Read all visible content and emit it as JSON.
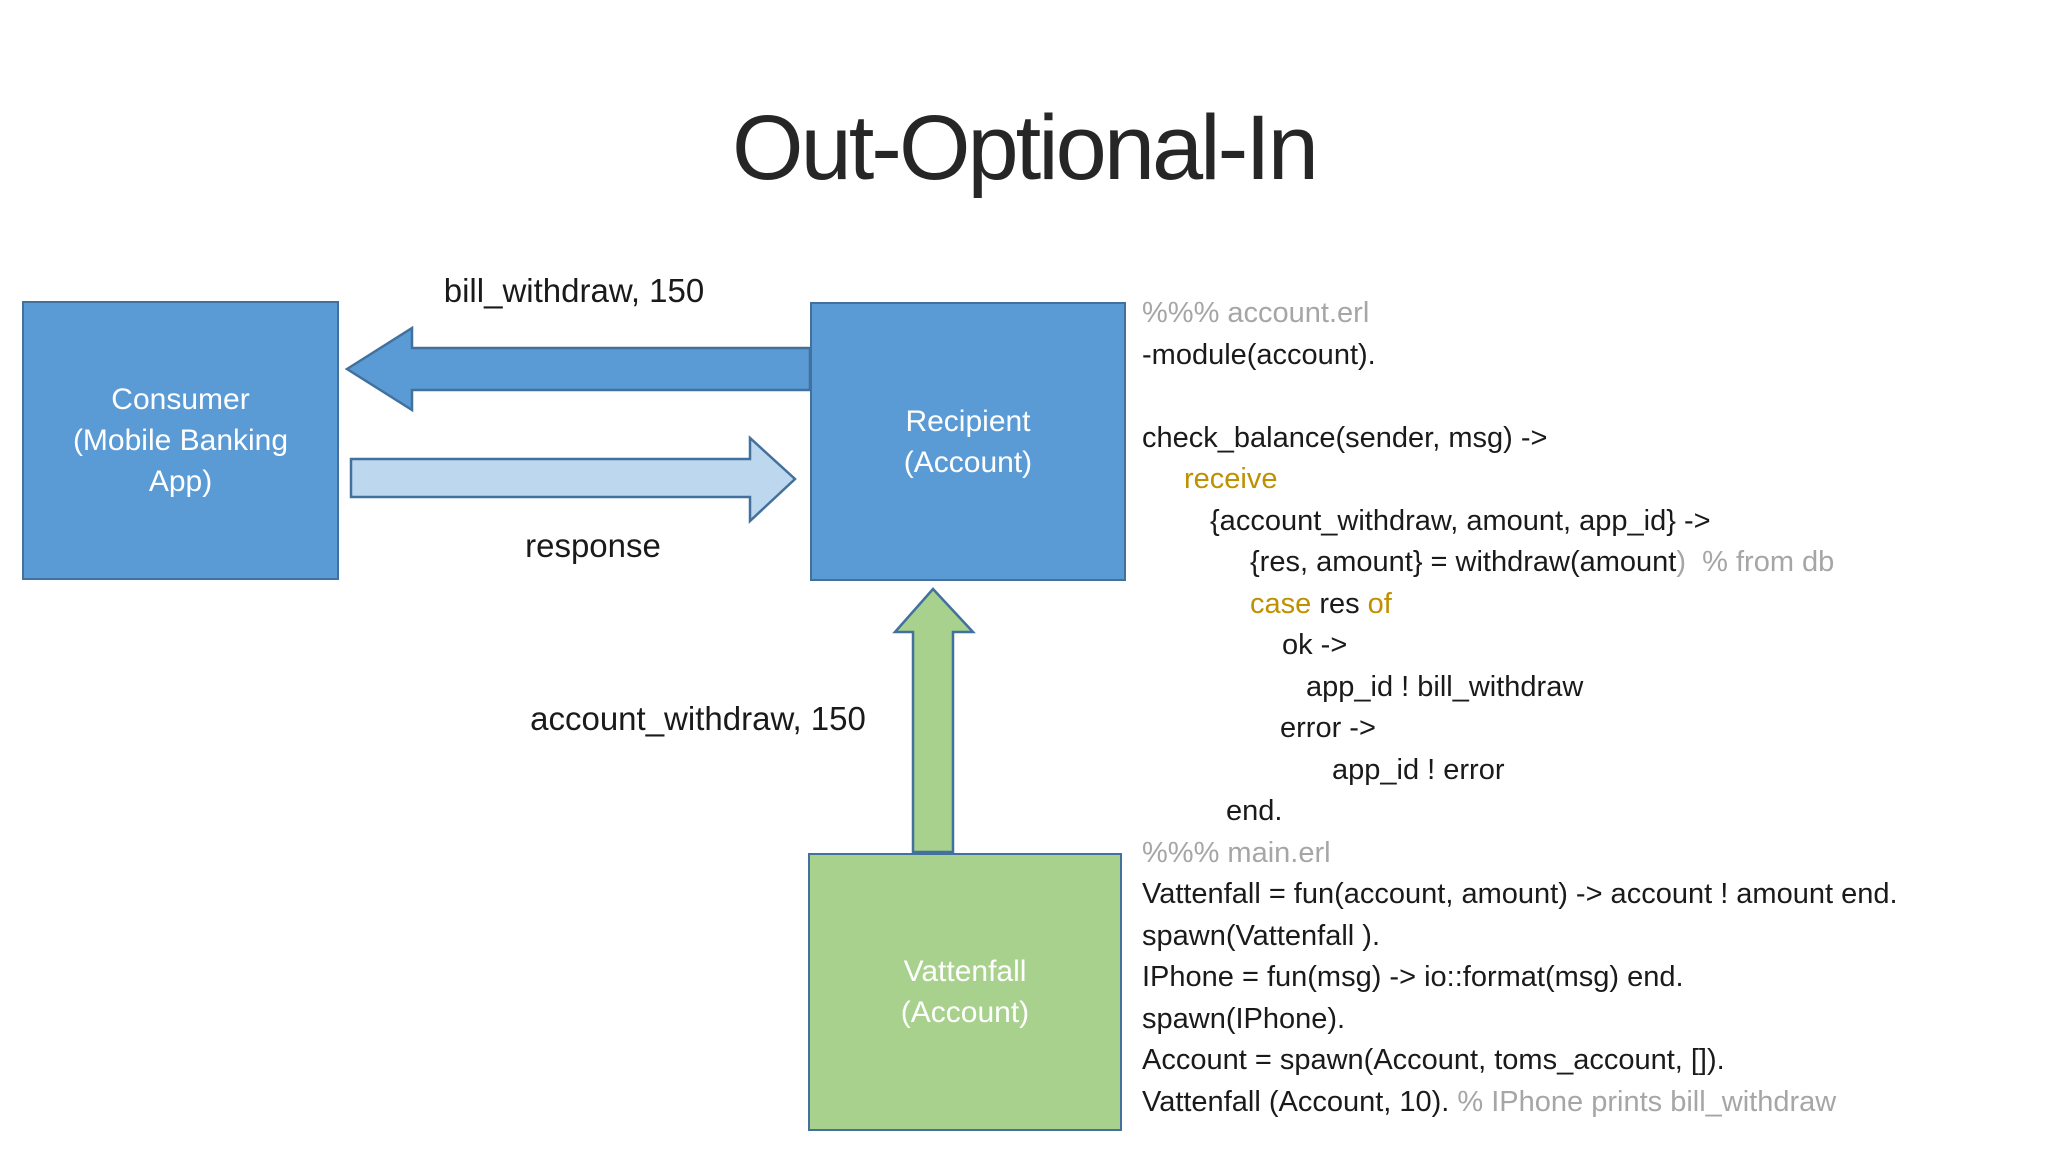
{
  "slide": {
    "title": "Out-Optional-In"
  },
  "colors": {
    "background": "#FFFFFF",
    "title_text": "#262626",
    "label_text": "#1A1A1A",
    "node_blue_fill": "#5B9BD5",
    "node_green_fill": "#A9D18E",
    "arrow_light_blue_fill": "#BDD7EE",
    "shape_border": "#41719C",
    "code_default": "#1A1A1A",
    "code_comment": "#A6A6A6",
    "code_keyword": "#BF9000"
  },
  "diagram": {
    "nodes": {
      "consumer": {
        "label": "Consumer\n(Mobile Banking\nApp)",
        "fill": "#5B9BD5",
        "border": "#41719C",
        "text_color": "#FFFFFF"
      },
      "recipient": {
        "label": "Recipient\n(Account)",
        "fill": "#5B9BD5",
        "border": "#41719C",
        "text_color": "#FFFFFF"
      },
      "vattenfall": {
        "label": "Vattenfall\n(Account)",
        "fill": "#A9D18E",
        "border": "#41719C",
        "text_color": "#FFFFFF"
      }
    },
    "arrows": {
      "bill_withdraw": {
        "label": "bill_withdraw, 150",
        "direction": "left",
        "from": "recipient",
        "to": "consumer",
        "fill": "#5B9BD5",
        "stroke": "#41719C"
      },
      "response": {
        "label": "response",
        "direction": "right",
        "from": "consumer",
        "to": "recipient",
        "fill": "#BDD7EE",
        "stroke": "#41719C"
      },
      "account_withdraw": {
        "label": "account_withdraw, 150",
        "direction": "up",
        "from": "vattenfall",
        "to": "recipient",
        "fill": "#A9D18E",
        "stroke": "#41719C"
      }
    }
  },
  "code": {
    "palette": {
      "default": "#1A1A1A",
      "comment": "#A6A6A6",
      "keyword": "#BF9000"
    },
    "lines": [
      {
        "indent": 0,
        "segments": [
          {
            "text": "%%% account.erl",
            "style": "comment"
          }
        ]
      },
      {
        "indent": 0,
        "segments": [
          {
            "text": "-module(account).",
            "style": "default"
          }
        ]
      },
      {
        "indent": 0,
        "segments": []
      },
      {
        "indent": 0,
        "segments": [
          {
            "text": "check_balance(sender, msg) ->",
            "style": "default"
          }
        ]
      },
      {
        "indent": 42,
        "segments": [
          {
            "text": "receive",
            "style": "keyword"
          }
        ]
      },
      {
        "indent": 68,
        "segments": [
          {
            "text": "{account_withdraw, amount, app_id} ->",
            "style": "default"
          }
        ]
      },
      {
        "indent": 108,
        "segments": [
          {
            "text": "{res, amount} = withdraw(amount",
            "style": "default"
          },
          {
            "text": ")  % from db",
            "style": "comment"
          }
        ]
      },
      {
        "indent": 108,
        "segments": [
          {
            "text": "case ",
            "style": "keyword"
          },
          {
            "text": "res ",
            "style": "default"
          },
          {
            "text": "of",
            "style": "keyword"
          }
        ]
      },
      {
        "indent": 140,
        "segments": [
          {
            "text": "ok ->",
            "style": "default"
          }
        ]
      },
      {
        "indent": 164,
        "segments": [
          {
            "text": "app_id ! bill_withdraw",
            "style": "default"
          }
        ]
      },
      {
        "indent": 138,
        "segments": [
          {
            "text": "error ->",
            "style": "default"
          }
        ]
      },
      {
        "indent": 190,
        "segments": [
          {
            "text": "app_id ! error",
            "style": "default"
          }
        ]
      },
      {
        "indent": 84,
        "segments": [
          {
            "text": "end.",
            "style": "default"
          }
        ]
      },
      {
        "indent": 0,
        "segments": [
          {
            "text": "%%% main.erl",
            "style": "comment"
          }
        ]
      },
      {
        "indent": 0,
        "segments": [
          {
            "text": "Vattenfall = fun(account, amount) -> account ! amount end.",
            "style": "default"
          }
        ]
      },
      {
        "indent": 0,
        "segments": [
          {
            "text": "spawn(Vattenfall ).",
            "style": "default"
          }
        ]
      },
      {
        "indent": 0,
        "segments": [
          {
            "text": "IPhone = fun(msg) -> io::format(msg) end.",
            "style": "default"
          }
        ]
      },
      {
        "indent": 0,
        "segments": [
          {
            "text": "spawn(IPhone).",
            "style": "default"
          }
        ]
      },
      {
        "indent": 0,
        "segments": [
          {
            "text": "Account = spawn(Account, toms_account, []).",
            "style": "default"
          }
        ]
      },
      {
        "indent": 0,
        "segments": [
          {
            "text": "Vattenfall (Account, 10). ",
            "style": "default"
          },
          {
            "text": "% IPhone prints bill_withdraw",
            "style": "comment"
          }
        ]
      }
    ]
  }
}
